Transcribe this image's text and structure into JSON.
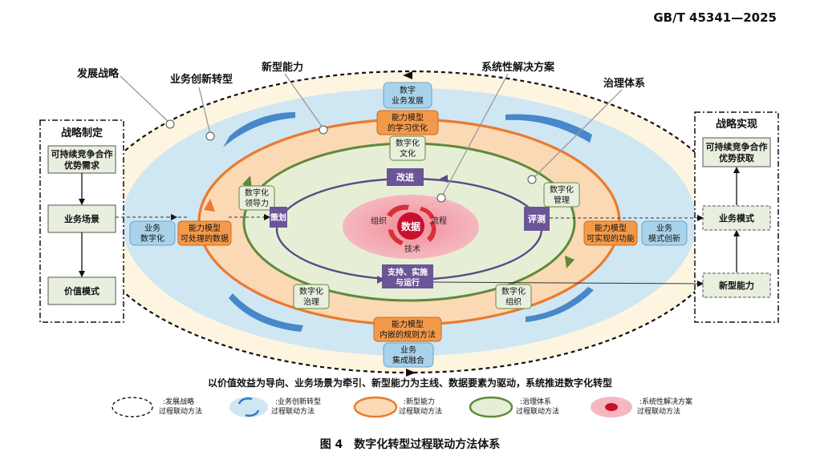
{
  "header": {
    "standard_no": "GB/T 45341—2025"
  },
  "callouts": {
    "strategy": "发展战略",
    "business_innovation": "业务创新转型",
    "new_capability": "新型能力",
    "system_solution": "系统性解决方案",
    "governance": "治理体系"
  },
  "left_panel": {
    "title": "战略制定",
    "demand": [
      "可持续竞争合作",
      "优势需求"
    ],
    "scenario": "业务场景",
    "value_mode": "价值模式"
  },
  "right_panel": {
    "title": "战略实现",
    "acquire": [
      "可持续竞争合作",
      "优势获取"
    ],
    "business_mode": "业务模式",
    "new_capability": "新型能力"
  },
  "boxes": {
    "biz_digital_dev": [
      "数字",
      "业务发展"
    ],
    "biz_digitization": [
      "业务",
      "数字化"
    ],
    "biz_integration": [
      "业务",
      "集成融合"
    ],
    "biz_model_innovation": [
      "业务",
      "模式创新"
    ],
    "cap_learning": [
      "能力模型",
      "的学习优化"
    ],
    "cap_processable": [
      "能力模型",
      "可处理的数据"
    ],
    "cap_rules": [
      "能力模型",
      "内嵌的规则方法"
    ],
    "cap_functions": [
      "能力模型",
      "可实现的功能"
    ],
    "gov_culture": [
      "数字化",
      "文化"
    ],
    "gov_leadership": [
      "数字化",
      "领导力"
    ],
    "gov_governance": [
      "数字化",
      "治理"
    ],
    "gov_organization": [
      "数字化",
      "组织"
    ],
    "gov_management": [
      "数字化",
      "管理"
    ],
    "improve": "改进",
    "plan": "策划",
    "evaluate": "评测",
    "support": [
      "支持、实施",
      "与运行"
    ]
  },
  "core": {
    "data": "数据",
    "organization": "组织",
    "process": "流程",
    "technology": "技术"
  },
  "bottom_text": "以价值效益为导向、业务场景为牵引、新型能力为主线、数据要素为驱动，系统推进数字化转型",
  "legend": [
    {
      "label": "发展战略",
      "sub": "过程联动方法"
    },
    {
      "label": "业务创新转型",
      "sub": "过程联动方法"
    },
    {
      "label": "新型能力",
      "sub": "过程联动方法"
    },
    {
      "label": "治理体系",
      "sub": "过程联动方法"
    },
    {
      "label": "系统性解决方案",
      "sub": "过程联动方法"
    }
  ],
  "caption": "图 4　数字化转型过程联动方法体系",
  "colors": {
    "outer_fill": "#fdf5e0",
    "blue_fill": "#cfe6f3",
    "orange_fill": "#fbd9b5",
    "orange_stroke": "#ea7a2e",
    "green_fill": "#e6efd6",
    "green_stroke": "#5e8a3a",
    "pink_fill": "#f5b8c0",
    "purple": "#6a5596",
    "box_blue": "#a9d3ea",
    "box_orange": "#f39a4a",
    "box_green": "#e9efdf"
  }
}
